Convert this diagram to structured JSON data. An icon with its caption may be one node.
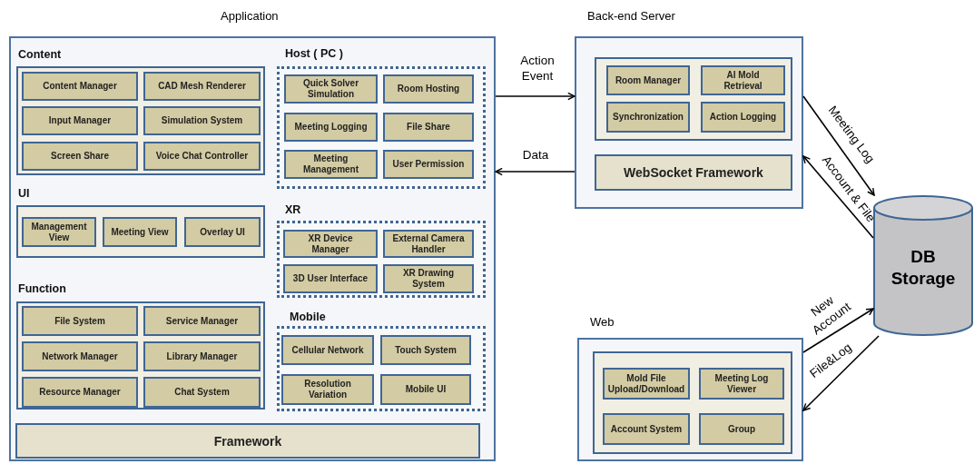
{
  "diagram": {
    "nodes": [
      {
        "text": [
          "Application"
        ]
      },
      {
        "text": [
          "Content"
        ],
        "in": 0
      },
      {
        "text": [
          "Content Manager"
        ],
        "in": 1
      },
      {
        "text": [
          "CAD Mesh Renderer"
        ],
        "in": 1
      },
      {
        "text": [
          "Input Manager"
        ],
        "in": 1
      },
      {
        "text": [
          "Simulation System"
        ],
        "in": 1
      },
      {
        "text": [
          "Screen Share"
        ],
        "in": 1
      },
      {
        "text": [
          "Voice Chat Controller"
        ],
        "in": 1
      },
      {
        "text": [
          "UI"
        ],
        "in": 0
      },
      {
        "text": [
          "Management View"
        ],
        "in": 8
      },
      {
        "text": [
          "Meeting View"
        ],
        "in": 8
      },
      {
        "text": [
          "Overlay UI"
        ],
        "in": 8
      },
      {
        "text": [
          "Function"
        ],
        "in": 0
      },
      {
        "text": [
          "File System"
        ],
        "in": 12
      },
      {
        "text": [
          "Service Manager"
        ],
        "in": 12
      },
      {
        "text": [
          "Network Manager"
        ],
        "in": 12
      },
      {
        "text": [
          "Library Manager"
        ],
        "in": 12
      },
      {
        "text": [
          "Resource Manager"
        ],
        "in": 12
      },
      {
        "text": [
          "Chat System"
        ],
        "in": 12
      },
      {
        "text": [
          "Host ( PC )"
        ],
        "in": 0
      },
      {
        "text": [
          "Quick Solver Simulation"
        ],
        "in": 19
      },
      {
        "text": [
          "Room Hosting"
        ],
        "in": 19
      },
      {
        "text": [
          "Meeting Logging"
        ],
        "in": 19
      },
      {
        "text": [
          "File Share"
        ],
        "in": 19
      },
      {
        "text": [
          "Meeting Management"
        ],
        "in": 19
      },
      {
        "text": [
          "User Permission"
        ],
        "in": 19
      },
      {
        "text": [
          "XR"
        ],
        "in": 0
      },
      {
        "text": [
          "XR Device Manager"
        ],
        "in": 26
      },
      {
        "text": [
          "External Camera Handler"
        ],
        "in": 26
      },
      {
        "text": [
          "3D User Interface"
        ],
        "in": 26
      },
      {
        "text": [
          "XR Drawing System"
        ],
        "in": 26
      },
      {
        "text": [
          "Mobile"
        ],
        "in": 0
      },
      {
        "text": [
          "Cellular Network"
        ],
        "in": 31
      },
      {
        "text": [
          "Touch System"
        ],
        "in": 31
      },
      {
        "text": [
          "Resolution Variation"
        ],
        "in": 31
      },
      {
        "text": [
          "Mobile UI"
        ],
        "in": 31
      },
      {
        "text": [
          "Framework"
        ],
        "in": 0
      },
      {
        "text": [
          "Back-end Server"
        ]
      },
      {
        "text": [],
        "shape": "box",
        "in": 37
      },
      {
        "text": [
          "Room Manager"
        ],
        "in": 38
      },
      {
        "text": [
          "AI Mold Retrieval"
        ],
        "in": 38
      },
      {
        "text": [
          "Synchronization"
        ],
        "in": 38
      },
      {
        "text": [
          "Action Logging"
        ],
        "in": 38
      },
      {
        "text": [
          "WebSocket Framework"
        ],
        "in": 37
      },
      {
        "text": [
          "DB Storage"
        ]
      },
      {
        "text": [
          "Web"
        ]
      },
      {
        "text": [],
        "shape": "box",
        "in": 45
      },
      {
        "text": [
          "Mold File Upload/Download"
        ],
        "in": 46
      },
      {
        "text": [
          "Meeting Log Viewer"
        ],
        "in": 46
      },
      {
        "text": [
          "Account System"
        ],
        "in": 46
      },
      {
        "text": [
          "Group"
        ],
        "in": 46
      }
    ],
    "edges": [
      {
        "from": 0,
        "to": 37,
        "arrow": "to",
        "label": "Action Event"
      },
      {
        "from": 37,
        "to": 0,
        "arrow": "to",
        "label": "Data"
      },
      {
        "from": 37,
        "to": 44,
        "arrow": "to",
        "label": "Meeting Log"
      },
      {
        "from": 44,
        "to": 37,
        "arrow": "to",
        "label": "Account & File"
      },
      {
        "from": 45,
        "to": 44,
        "arrow": "to",
        "label": "New Account"
      },
      {
        "from": 44,
        "to": 45,
        "arrow": "to",
        "label": "File&Log"
      }
    ]
  }
}
